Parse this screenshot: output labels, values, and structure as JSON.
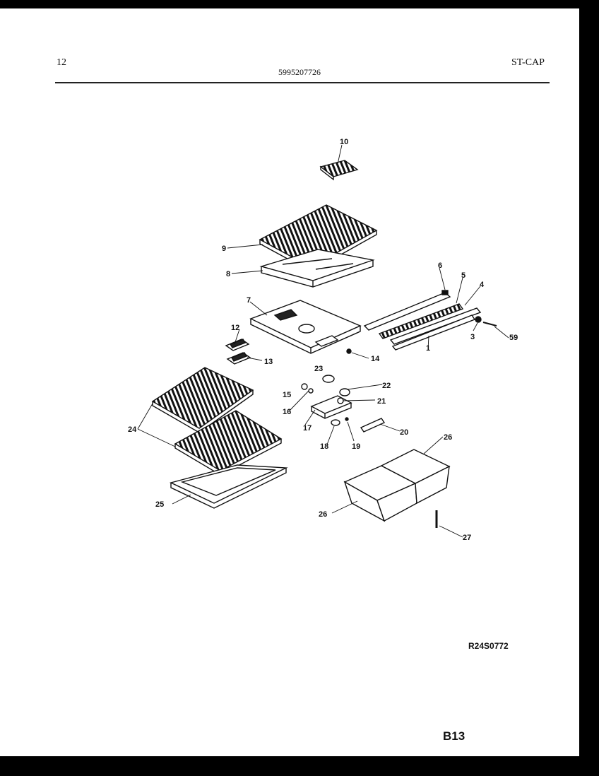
{
  "header": {
    "page_number": "12",
    "part_number": "5995207726",
    "section": "ST-CAP"
  },
  "callouts": [
    {
      "id": "c10",
      "text": "10"
    },
    {
      "id": "c9",
      "text": "9"
    },
    {
      "id": "c8",
      "text": "8"
    },
    {
      "id": "c7",
      "text": "7"
    },
    {
      "id": "c6",
      "text": "6"
    },
    {
      "id": "c5",
      "text": "5"
    },
    {
      "id": "c4",
      "text": "4"
    },
    {
      "id": "c3",
      "text": "3"
    },
    {
      "id": "c59",
      "text": "59"
    },
    {
      "id": "c1",
      "text": "1"
    },
    {
      "id": "c12",
      "text": "12"
    },
    {
      "id": "c13",
      "text": "13"
    },
    {
      "id": "c14",
      "text": "14"
    },
    {
      "id": "c23",
      "text": "23"
    },
    {
      "id": "c22",
      "text": "22"
    },
    {
      "id": "c15",
      "text": "15"
    },
    {
      "id": "c16",
      "text": "16"
    },
    {
      "id": "c21",
      "text": "21"
    },
    {
      "id": "c17",
      "text": "17"
    },
    {
      "id": "c20",
      "text": "20"
    },
    {
      "id": "c18",
      "text": "18"
    },
    {
      "id": "c19",
      "text": "19"
    },
    {
      "id": "c24",
      "text": "24"
    },
    {
      "id": "c25",
      "text": "25"
    },
    {
      "id": "c26a",
      "text": "26"
    },
    {
      "id": "c26b",
      "text": "26"
    },
    {
      "id": "c27",
      "text": "27"
    }
  ],
  "footer": {
    "drawing_ref": "R24S0772",
    "page_code": "B13"
  }
}
